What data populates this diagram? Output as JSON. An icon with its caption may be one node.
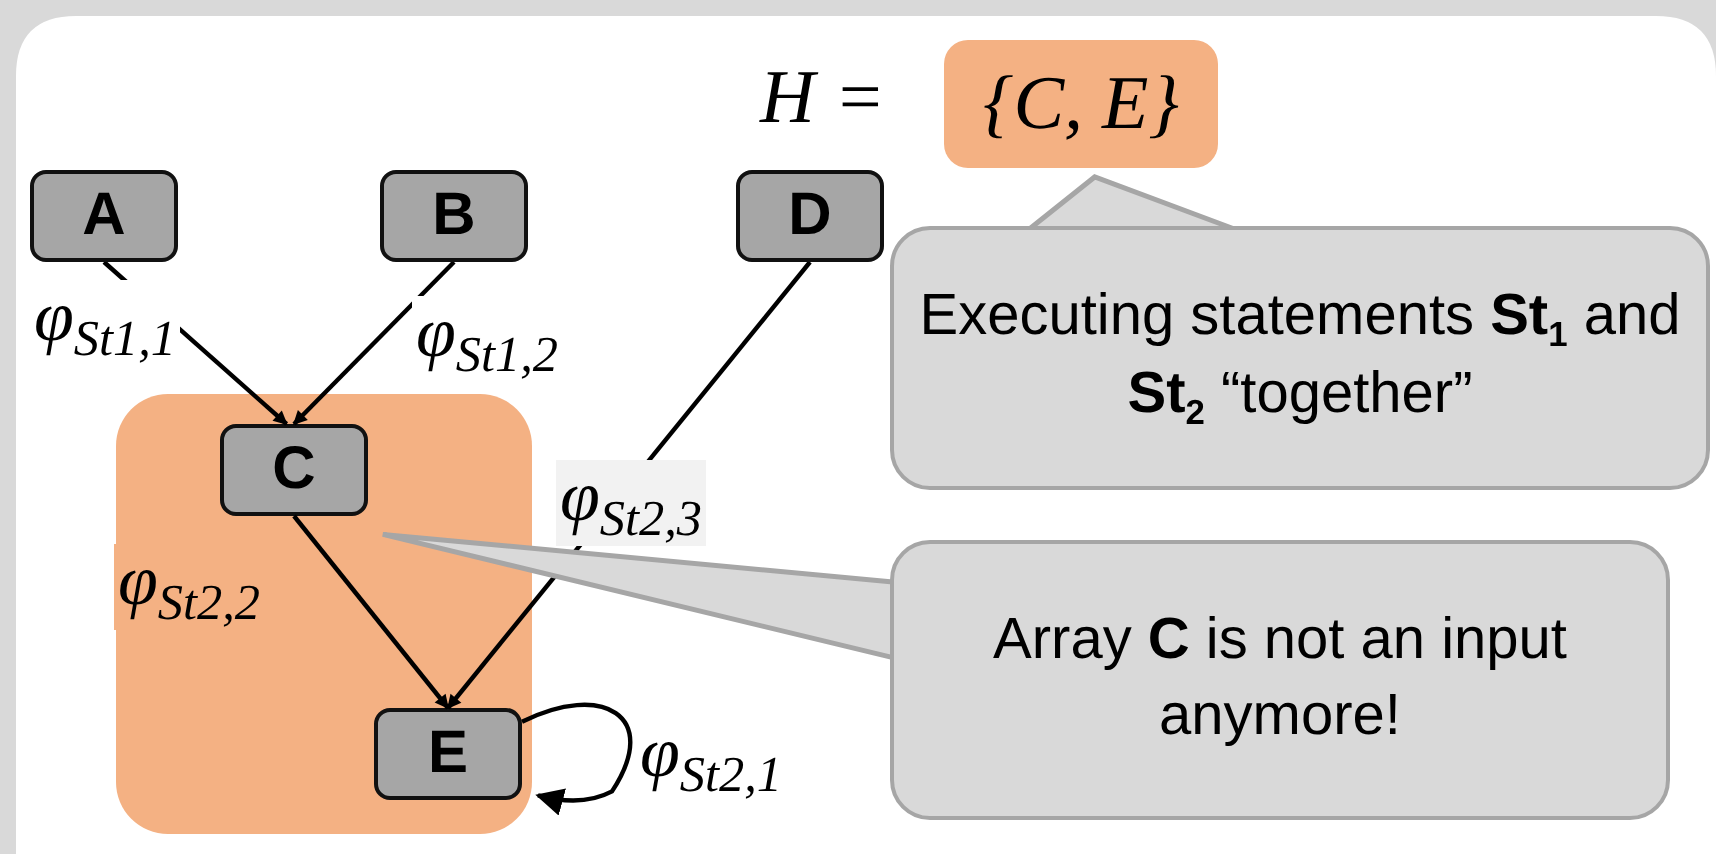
{
  "diagram": {
    "nodes": [
      {
        "text": [
          "A"
        ]
      },
      {
        "text": [
          "B"
        ]
      },
      {
        "text": [
          "D"
        ]
      },
      {
        "text": [],
        "shape": "box"
      },
      {
        "text": [
          "C"
        ],
        "in": 3
      },
      {
        "text": [
          "E"
        ],
        "in": 3
      },
      {
        "text": [
          "{C, E}"
        ],
        "beside": [
          "H ="
        ]
      },
      {
        "text": [
          "Executing statements **St**$_{1}$ and **St**$_{2}$ “together”"
        ]
      },
      {
        "text": [
          "Array **C** is not an input anymore!"
        ]
      }
    ],
    "edges": [
      {
        "from": 0,
        "to": 4,
        "arrow": "to",
        "label": "φ$_{St1,1}$"
      },
      {
        "from": 1,
        "to": 4,
        "arrow": "to",
        "label": "φ$_{St1,2}$"
      },
      {
        "from": 2,
        "to": 5,
        "arrow": "to",
        "label": "φ$_{St2,3}$"
      },
      {
        "from": 4,
        "to": 5,
        "arrow": "to",
        "label": "φ$_{St2,2}$"
      },
      {
        "from": 5,
        "to": 5,
        "arrow": "to",
        "label": "φ$_{St2,1}$"
      },
      {
        "from": 7,
        "to": 6,
        "arrow": "none",
        "color": "#a6a6a6"
      },
      {
        "from": 8,
        "to": 4,
        "arrow": "none",
        "color": "#a6a6a6"
      }
    ]
  }
}
